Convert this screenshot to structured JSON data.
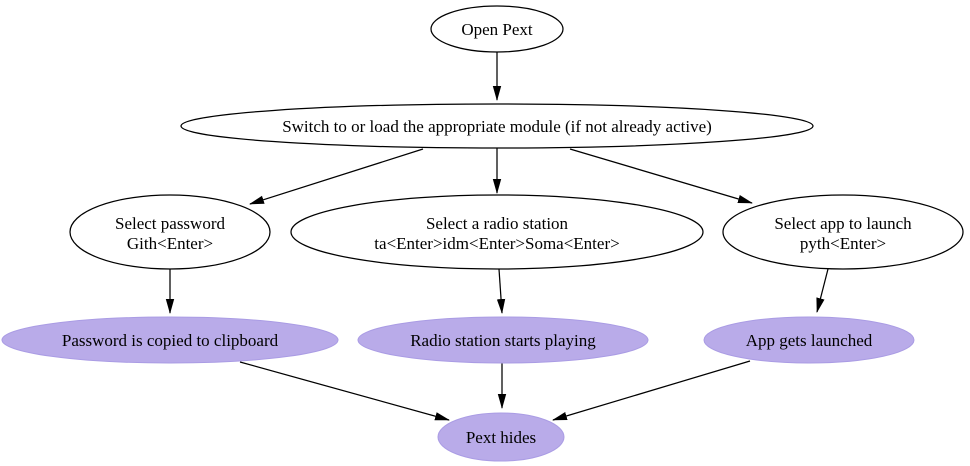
{
  "diagram": {
    "type": "flowchart",
    "background": "#ffffff",
    "colors": {
      "action_fill": "#ffffff",
      "result_fill": "#b9abe9",
      "result_stroke": "#aa9ce4",
      "stroke": "#000000",
      "text": "#000000"
    },
    "nodes": {
      "open_pext": {
        "label": "Open Pext"
      },
      "switch_module": {
        "label": "Switch to or load the appropriate module (if not already active)"
      },
      "select_password": {
        "line1": "Select password",
        "line2": "Gith<Enter>"
      },
      "select_radio": {
        "line1": "Select a radio station",
        "line2": "ta<Enter>idm<Enter>Soma<Enter>"
      },
      "select_app": {
        "line1": "Select app to launch",
        "line2": "pyth<Enter>"
      },
      "password_copied": {
        "label": "Password is copied to clipboard"
      },
      "radio_playing": {
        "label": "Radio station starts playing"
      },
      "app_launched": {
        "label": "App gets launched"
      },
      "pext_hides": {
        "label": "Pext hides"
      }
    },
    "edges": [
      {
        "from": "open_pext",
        "to": "switch_module"
      },
      {
        "from": "switch_module",
        "to": "select_password"
      },
      {
        "from": "switch_module",
        "to": "select_radio"
      },
      {
        "from": "switch_module",
        "to": "select_app"
      },
      {
        "from": "select_password",
        "to": "password_copied"
      },
      {
        "from": "select_radio",
        "to": "radio_playing"
      },
      {
        "from": "select_app",
        "to": "app_launched"
      },
      {
        "from": "password_copied",
        "to": "pext_hides"
      },
      {
        "from": "radio_playing",
        "to": "pext_hides"
      },
      {
        "from": "app_launched",
        "to": "pext_hides"
      }
    ]
  }
}
